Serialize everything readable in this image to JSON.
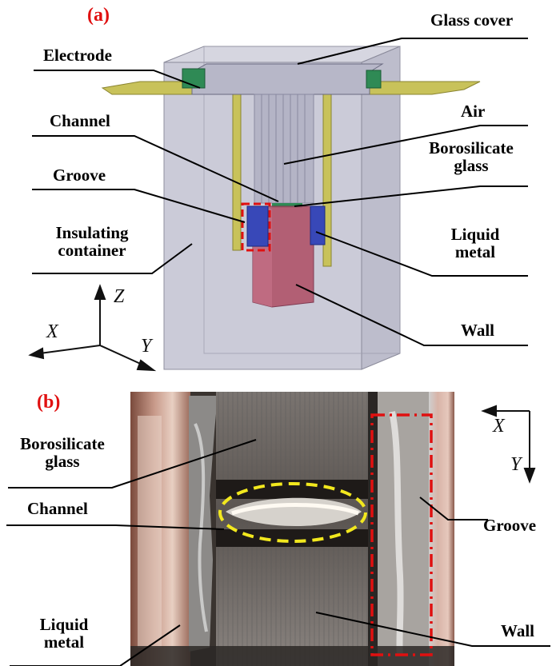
{
  "panel_a": {
    "tag": "(a)",
    "labels": {
      "glass_cover": "Glass cover",
      "electrode": "Electrode",
      "air": "Air",
      "channel": "Channel",
      "borosilicate_l1": "Borosilicate",
      "borosilicate_l2": "glass",
      "groove": "Groove",
      "insulating_l1": "Insulating",
      "insulating_l2": "container",
      "liquid_metal_l1": "Liquid",
      "liquid_metal_l2": "metal",
      "wall": "Wall"
    },
    "axes": {
      "z": "Z",
      "x": "X",
      "y": "Y"
    }
  },
  "panel_b": {
    "tag": "(b)",
    "labels": {
      "borosilicate_l1": "Borosilicate",
      "borosilicate_l2": "glass",
      "channel": "Channel",
      "liquid_metal_l1": "Liquid",
      "liquid_metal_l2": "metal",
      "groove": "Groove",
      "wall": "Wall"
    },
    "axes": {
      "x": "X",
      "y": "Y"
    }
  },
  "colors": {
    "container": "#c9c9d6",
    "electrode": "#c8c25a",
    "wall_block": "#b0566c",
    "liquid_metal": "#3848b8",
    "highlight": "#e01010",
    "channel_ellipse": "#f2e81e",
    "copper": "#b0786a"
  }
}
